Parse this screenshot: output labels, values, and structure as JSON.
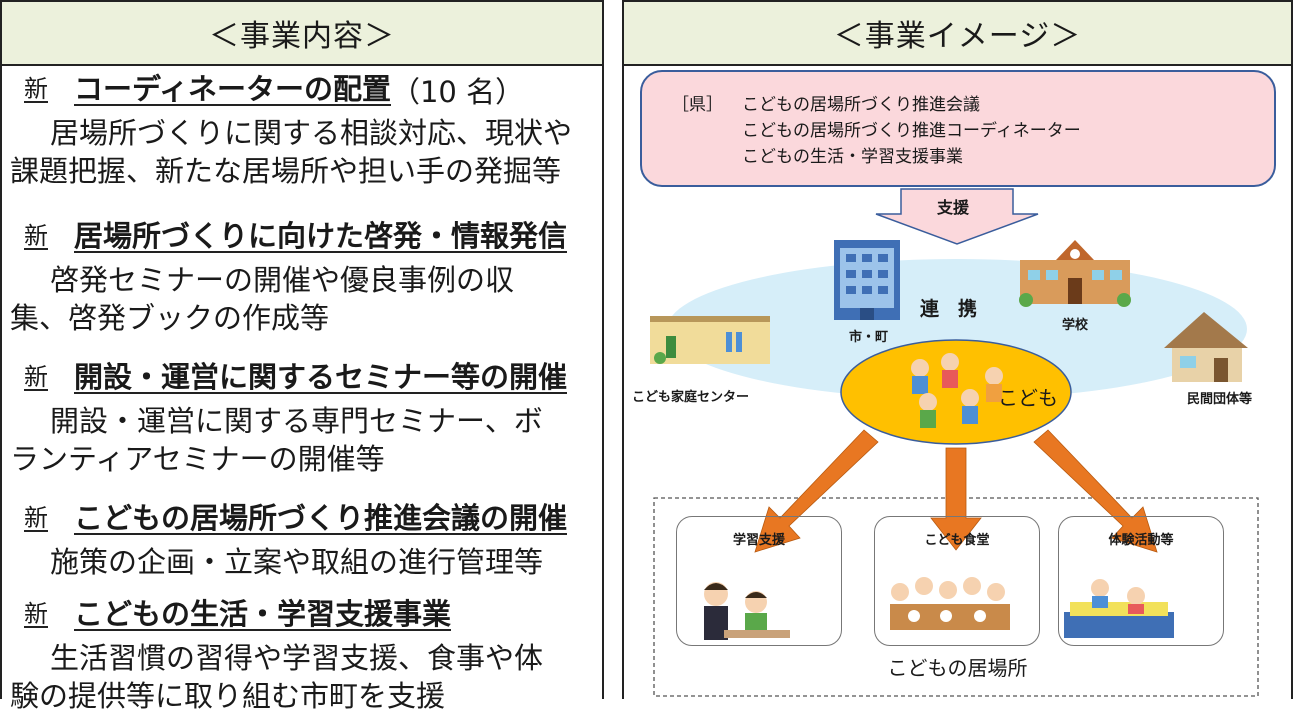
{
  "left": {
    "header": "＜事業内容＞",
    "items": [
      {
        "badge": "新",
        "title": "コーディネーターの配置",
        "note": "（10 名）",
        "desc_line1": "居場所づくりに関する相談対応、現状や",
        "desc_line2": "課題把握、新たな居場所や担い手の発掘等"
      },
      {
        "badge": "新",
        "title": "居場所づくりに向けた啓発・情報発信",
        "desc_line1": "啓発セミナーの開催や優良事例の収",
        "desc_line2": "集、啓発ブックの作成等"
      },
      {
        "badge": "新",
        "title": "開設・運営に関するセミナー等の開催",
        "desc_line1": "開設・運営に関する専門セミナー、ボ",
        "desc_line2": "ランティアセミナーの開催等"
      },
      {
        "badge": "新",
        "title": "こどもの居場所づくり推進会議の開催",
        "desc_line1": "施策の企画・立案や取組の進行管理等"
      },
      {
        "badge": "新",
        "title": "こどもの生活・学習支援事業",
        "desc_line1": "生活習慣の習得や学習支援、食事や体",
        "desc_line2": "験の提供等に取り組む市町を支援"
      }
    ]
  },
  "right": {
    "header": "＜事業イメージ＞",
    "pref": {
      "label": "［県］",
      "lines": [
        "こどもの居場所づくり推進会議",
        "こどもの居場所づくり推進コーディネーター",
        "こどもの生活・学習支援事業"
      ]
    },
    "support_label": "支援",
    "renkei_label": "連　携",
    "city_label": "市・町",
    "school_label": "学校",
    "family_center_label": "こども家庭センター",
    "private_org_label": "民間団体等",
    "kodomo_label": "こども",
    "places": [
      "学習支援",
      "こども食堂",
      "体験活動等"
    ],
    "ibasho_label": "こどもの居場所",
    "colors": {
      "header_bg": "#ecf1dc",
      "pref_bg": "#fbd8dc",
      "pref_border": "#3a5d9c",
      "ellipse_bg": "#d6eef9",
      "kodomo_bg": "#ffc000",
      "arrow": "#e87722"
    }
  }
}
